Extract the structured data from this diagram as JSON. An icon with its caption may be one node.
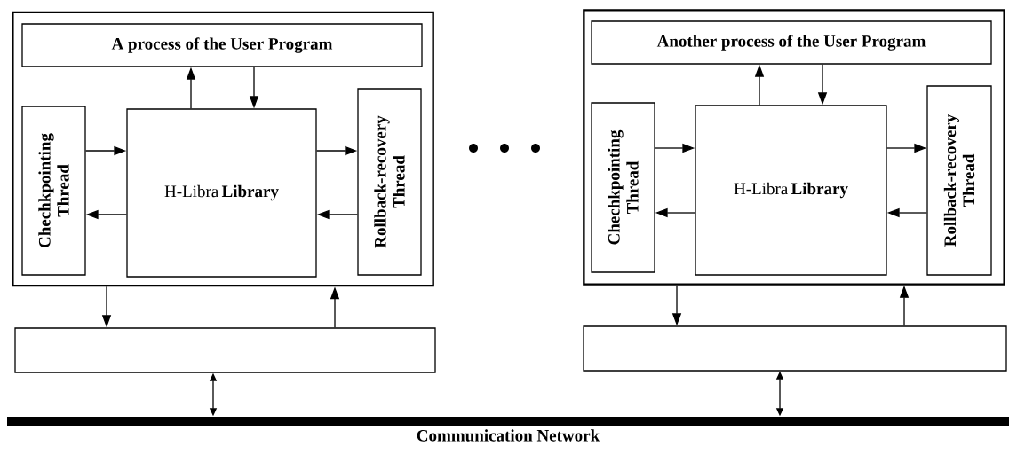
{
  "diagram": {
    "nodes": [
      {
        "text": [],
        "shape": "box"
      },
      {
        "text": [
          "A process of the User Program"
        ],
        "in": 0
      },
      {
        "text": [
          "Chechkpointing Thread"
        ],
        "in": 0
      },
      {
        "text": [
          "H-Libra **Library**"
        ],
        "in": 0
      },
      {
        "text": [
          "Rollback-recovery Thread"
        ],
        "in": 0
      },
      {
        "text": [],
        "shape": "box"
      },
      {
        "text": [],
        "shape": "box"
      },
      {
        "text": [
          "Another process of the User Program"
        ],
        "in": 6
      },
      {
        "text": [
          "Chechkpointing Thread"
        ],
        "in": 6
      },
      {
        "text": [
          "H-Libra **Library**"
        ],
        "in": 6
      },
      {
        "text": [
          "Rollback-recovery Thread"
        ],
        "in": 6
      },
      {
        "text": [],
        "shape": "box"
      },
      {
        "text": [
          "Communication Network"
        ]
      }
    ],
    "edges": [
      {
        "from": 3,
        "to": 1,
        "arrow": "to"
      },
      {
        "from": 1,
        "to": 3,
        "arrow": "to"
      },
      {
        "from": 2,
        "to": 3,
        "arrow": "to"
      },
      {
        "from": 3,
        "to": 2,
        "arrow": "to"
      },
      {
        "from": 3,
        "to": 4,
        "arrow": "to"
      },
      {
        "from": 4,
        "to": 3,
        "arrow": "to"
      },
      {
        "from": 0,
        "to": 5,
        "arrow": "to"
      },
      {
        "from": 5,
        "to": 0,
        "arrow": "to"
      },
      {
        "from": 5,
        "to": 12,
        "arrow": "both"
      },
      {
        "from": 9,
        "to": 7,
        "arrow": "to"
      },
      {
        "from": 7,
        "to": 9,
        "arrow": "to"
      },
      {
        "from": 8,
        "to": 9,
        "arrow": "to"
      },
      {
        "from": 9,
        "to": 8,
        "arrow": "to"
      },
      {
        "from": 9,
        "to": 10,
        "arrow": "to"
      },
      {
        "from": 10,
        "to": 9,
        "arrow": "to"
      },
      {
        "from": 6,
        "to": 11,
        "arrow": "to"
      },
      {
        "from": 11,
        "to": 6,
        "arrow": "to"
      },
      {
        "from": 11,
        "to": 12,
        "arrow": "both"
      }
    ]
  }
}
